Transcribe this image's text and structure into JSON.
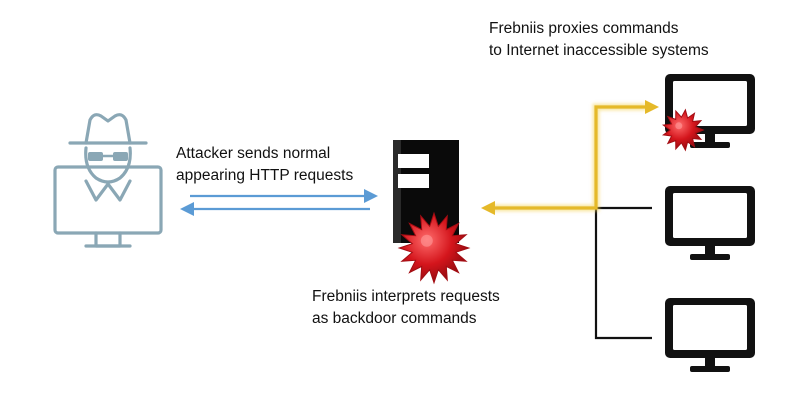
{
  "annotations": {
    "proxy_line1": "Frebniis proxies commands",
    "proxy_line2": "to Internet inaccessible systems",
    "attacker_line1": "Attacker sends normal",
    "attacker_line2": "appearing HTTP requests",
    "server_line1": "Frebniis interprets requests",
    "server_line2": "as backdoor commands"
  },
  "icons": {
    "attacker": "hacker-icon",
    "server": "server-icon",
    "malware": "malware-virus-icon",
    "targets": [
      "monitor-icon",
      "monitor-icon",
      "monitor-icon"
    ]
  },
  "colors": {
    "attacker": "#8aa7b5",
    "http_arrows": "#5b9bd5",
    "proxy_path": "#e5b929",
    "malware": "#d4151c",
    "device": "#111111"
  }
}
